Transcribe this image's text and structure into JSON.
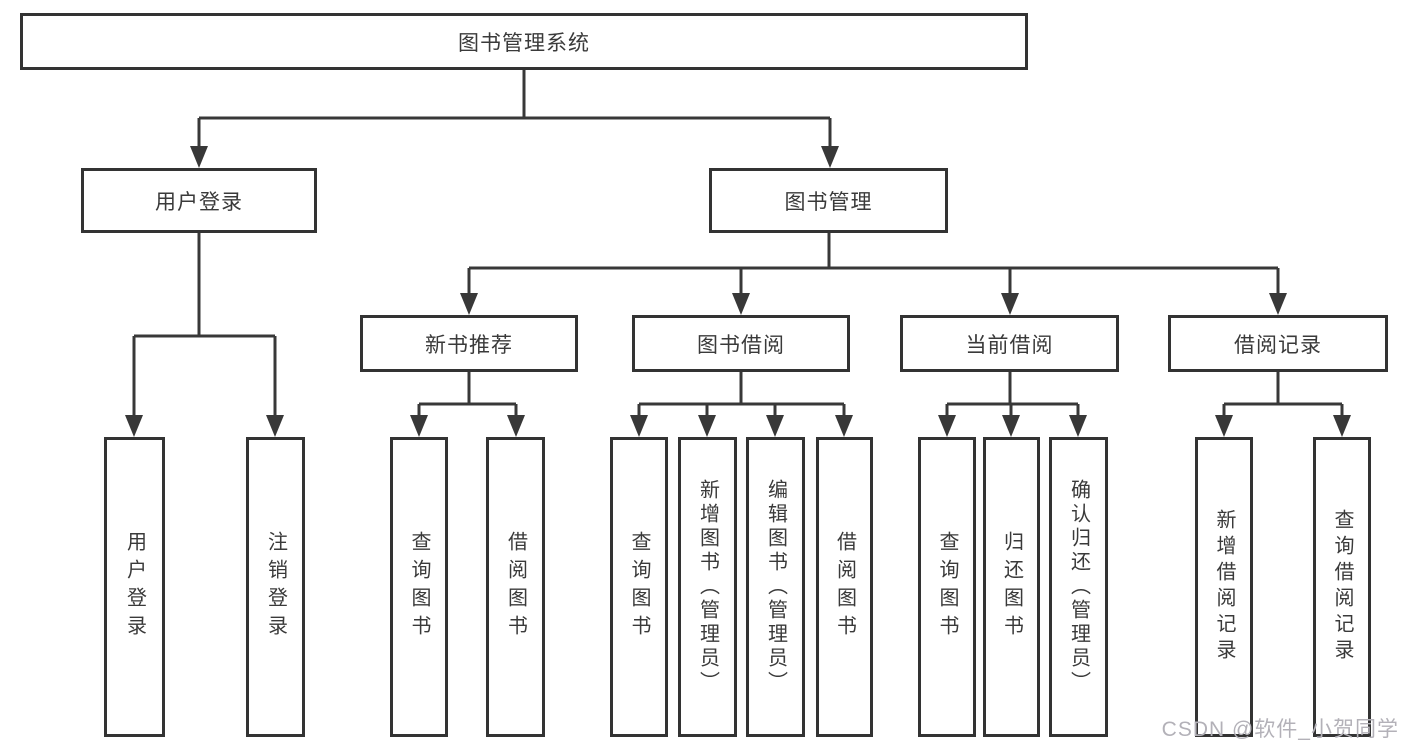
{
  "diagram": {
    "root": {
      "label": "图书管理系统"
    },
    "level2": [
      {
        "label": "用户登录"
      },
      {
        "label": "图书管理"
      }
    ],
    "level3": [
      {
        "label": "新书推荐"
      },
      {
        "label": "图书借阅"
      },
      {
        "label": "当前借阅"
      },
      {
        "label": "借阅记录"
      }
    ],
    "leaves": {
      "user_login": [
        {
          "label": "用户登录"
        },
        {
          "label": "注销登录"
        }
      ],
      "new_book_rec": [
        {
          "label": "查询图书"
        },
        {
          "label": "借阅图书"
        }
      ],
      "book_borrow": [
        {
          "label": "查询图书"
        },
        {
          "label": "新增图书（管理员）"
        },
        {
          "label": "编辑图书（管理员）"
        },
        {
          "label": "借阅图书"
        }
      ],
      "current_borrow": [
        {
          "label": "查询图书"
        },
        {
          "label": "归还图书"
        },
        {
          "label": "确认归还（管理员）"
        }
      ],
      "borrow_records": [
        {
          "label": "新增借阅记录"
        },
        {
          "label": "查询借阅记录"
        }
      ]
    },
    "watermark": "CSDN @软件_小贺同学",
    "colors": {
      "line": "#383838",
      "border": "#333333",
      "text": "#3a3a3a",
      "watermark": "#b3b1b8",
      "background": "#ffffff"
    }
  }
}
